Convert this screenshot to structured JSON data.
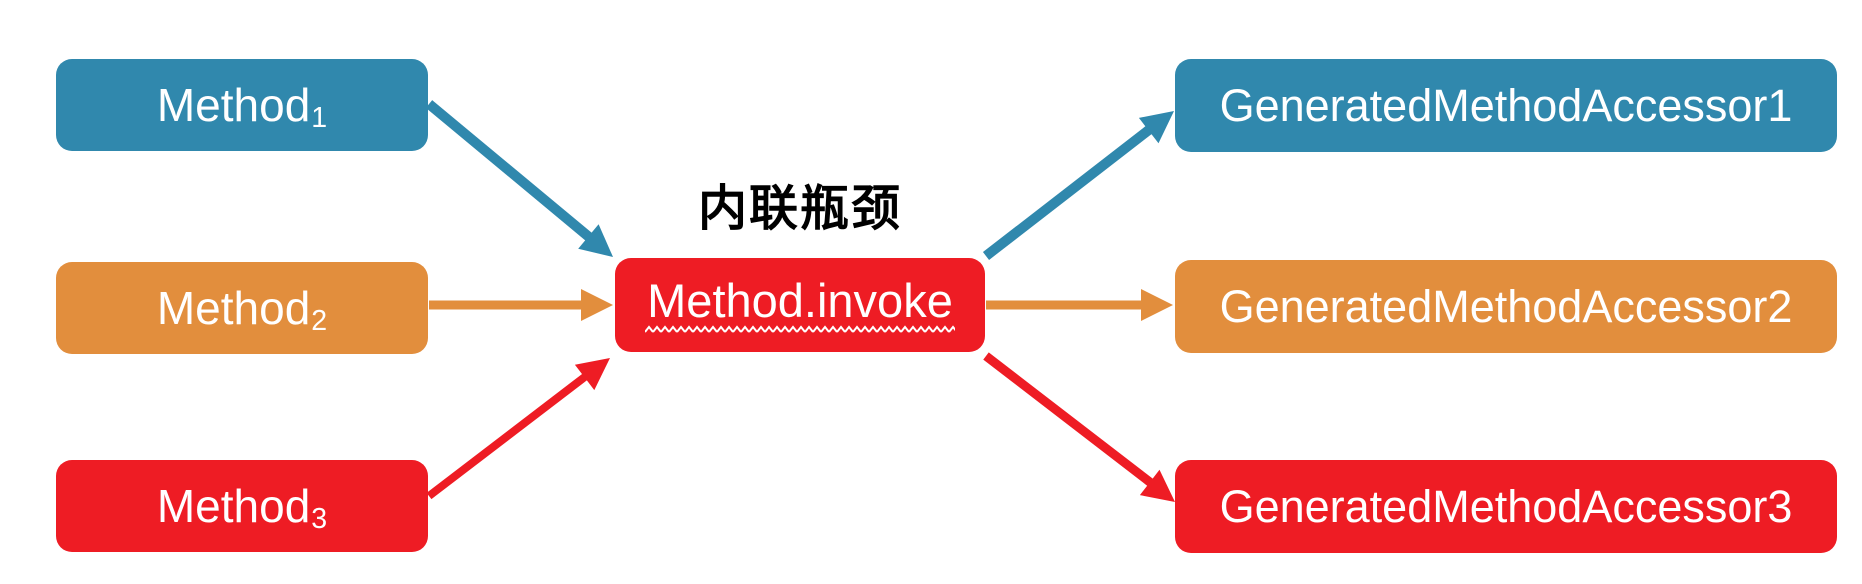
{
  "colors": {
    "blue": "#3088ad",
    "orange": "#e28e3d",
    "red": "#ee1c24",
    "box_text": "#ffffff",
    "annotation_text": "#000000",
    "background": "#ffffff"
  },
  "diagram": {
    "annotation": "内联瓶颈",
    "center_box": {
      "label": "Method.invoke"
    },
    "left_boxes": [
      {
        "label": "Method",
        "subscript": "1",
        "color": "blue"
      },
      {
        "label": "Method",
        "subscript": "2",
        "color": "orange"
      },
      {
        "label": "Method",
        "subscript": "3",
        "color": "red"
      }
    ],
    "right_boxes": [
      {
        "label": "GeneratedMethodAccessor1",
        "color": "blue"
      },
      {
        "label": "GeneratedMethodAccessor2",
        "color": "orange"
      },
      {
        "label": "GeneratedMethodAccessor3",
        "color": "red"
      }
    ],
    "connections": [
      {
        "from": "Method1",
        "to": "Method.invoke",
        "color": "blue"
      },
      {
        "from": "Method2",
        "to": "Method.invoke",
        "color": "orange"
      },
      {
        "from": "Method3",
        "to": "Method.invoke",
        "color": "red"
      },
      {
        "from": "Method.invoke",
        "to": "GeneratedMethodAccessor1",
        "color": "blue"
      },
      {
        "from": "Method.invoke",
        "to": "GeneratedMethodAccessor2",
        "color": "orange"
      },
      {
        "from": "Method.invoke",
        "to": "GeneratedMethodAccessor3",
        "color": "red"
      }
    ]
  }
}
